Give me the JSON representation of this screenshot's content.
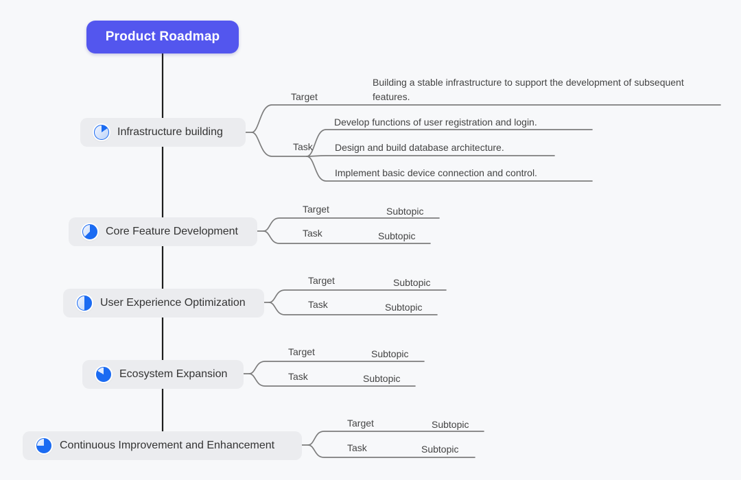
{
  "colors": {
    "canvas_bg": "#f7f8fa",
    "root_bg": "#5356ee",
    "root_text": "#ffffff",
    "node_bg": "#ebecef",
    "node_text": "#333333",
    "branch_line": "#7d7d7d",
    "trunk_line": "#1d1d1d",
    "pie_blue": "#1b6bf2",
    "pie_light_from": "#f0f5ff",
    "pie_light_to": "#bdd3f8",
    "label_text": "#454545",
    "subtopic_text": "#434343"
  },
  "root": {
    "label": "Product Roadmap"
  },
  "branches": [
    {
      "label": "Infrastructure building",
      "icon": {
        "name": "progress-pie-icon",
        "sweep_deg": 55
      },
      "children": [
        {
          "label": "Target",
          "subtopics": [
            "Building a stable infrastructure to support the development of subsequent features."
          ]
        },
        {
          "label": "Task",
          "subtopics": [
            "Develop functions of user registration and login.",
            "Design and build database architecture.",
            "Implement basic device connection and control."
          ]
        }
      ]
    },
    {
      "label": "Core Feature Development",
      "icon": {
        "name": "progress-pie-icon",
        "sweep_deg": 225
      },
      "children": [
        {
          "label": "Target",
          "subtopics": [
            "Subtopic"
          ]
        },
        {
          "label": "Task",
          "subtopics": [
            "Subtopic"
          ]
        }
      ]
    },
    {
      "label": "User Experience Optimization",
      "icon": {
        "name": "progress-pie-icon",
        "sweep_deg": 180
      },
      "children": [
        {
          "label": "Target",
          "subtopics": [
            "Subtopic"
          ]
        },
        {
          "label": "Task",
          "subtopics": [
            "Subtopic"
          ]
        }
      ]
    },
    {
      "label": "Ecosystem Expansion",
      "icon": {
        "name": "progress-pie-icon",
        "sweep_deg": 300
      },
      "children": [
        {
          "label": "Target",
          "subtopics": [
            "Subtopic"
          ]
        },
        {
          "label": "Task",
          "subtopics": [
            "Subtopic"
          ]
        }
      ]
    },
    {
      "label": "Continuous Improvement and Enhancement",
      "icon": {
        "name": "progress-pie-icon",
        "sweep_deg": 270
      },
      "children": [
        {
          "label": "Target",
          "subtopics": [
            "Subtopic"
          ]
        },
        {
          "label": "Task",
          "subtopics": [
            "Subtopic"
          ]
        }
      ]
    }
  ]
}
